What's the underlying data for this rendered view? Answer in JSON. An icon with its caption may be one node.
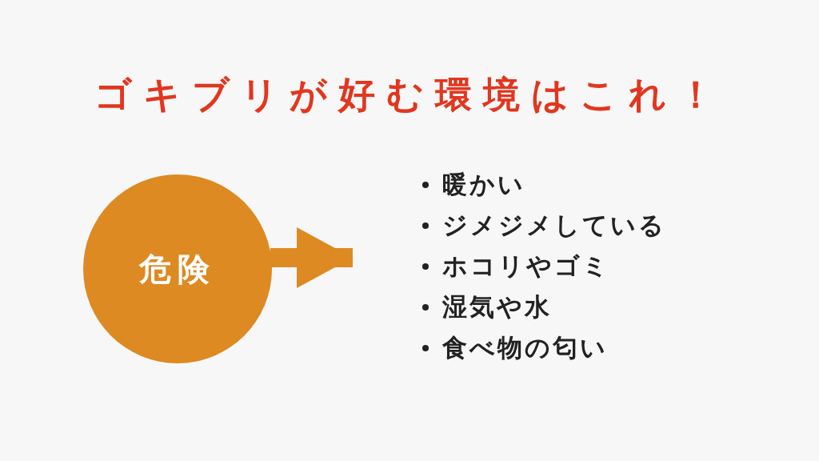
{
  "diagram": {
    "title": "ゴキブリが好む環境はこれ！",
    "nodes": [
      {
        "text": [
          "危険"
        ]
      },
      {
        "text": [
          "暖かい",
          "ジメジメしている",
          "ホコリやゴミ",
          "湿気や水",
          "食べ物の匂い"
        ]
      }
    ],
    "edges": [
      {
        "from": 0,
        "to": 1,
        "arrow": "to"
      }
    ]
  }
}
